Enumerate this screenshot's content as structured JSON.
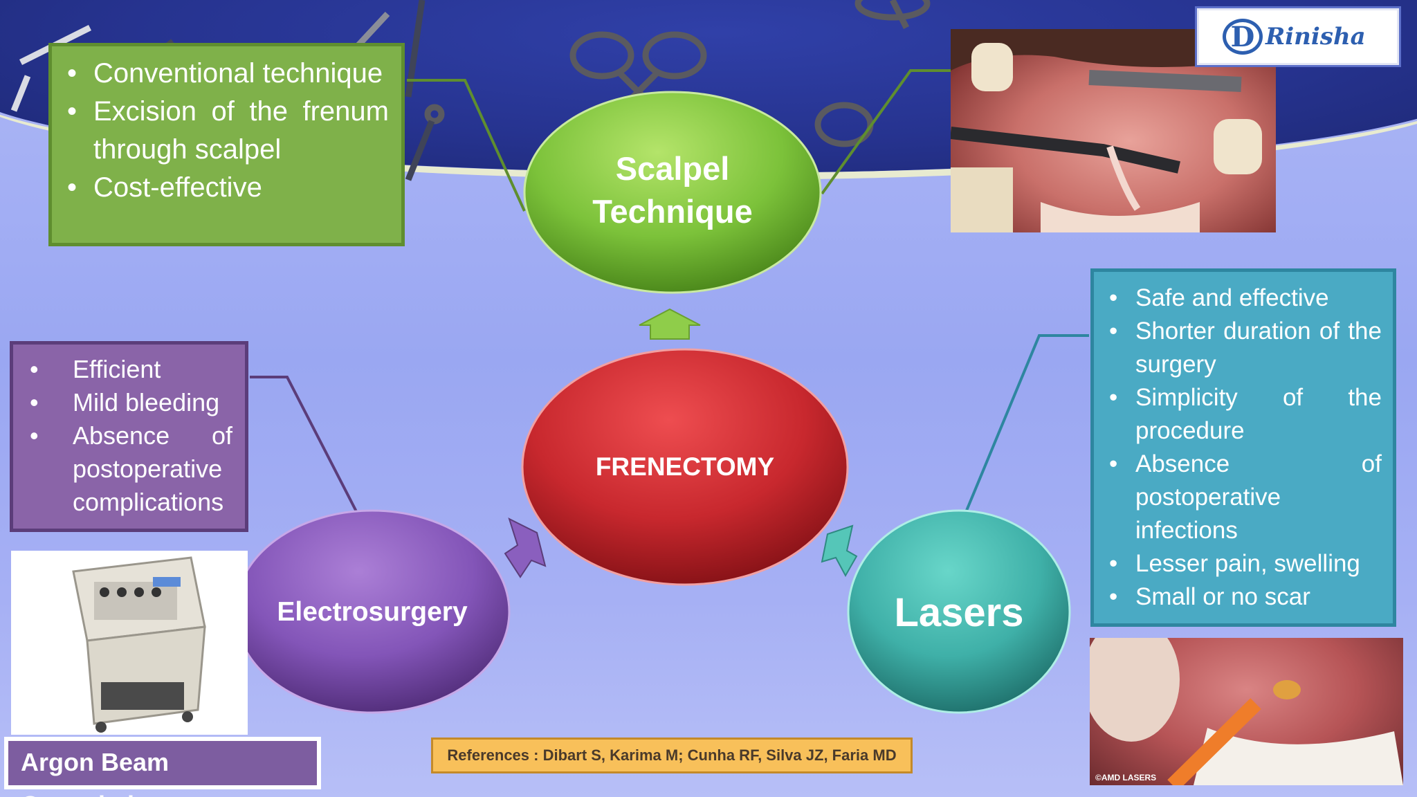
{
  "logo": {
    "letter": "D",
    "name": "Rinisha"
  },
  "center": {
    "label": "FRENECTOMY"
  },
  "scalpel": {
    "label_line1": "Scalpel",
    "label_line2": "Technique",
    "bullets": [
      "Conventional technique",
      "Excision of the frenum through scalpel",
      "Cost-effective"
    ]
  },
  "electrosurgery": {
    "label": "Electrosurgery",
    "bullets": [
      "Efficient",
      "Mild bleeding",
      "Absence of postoperative complications"
    ]
  },
  "lasers": {
    "label": "Lasers",
    "bullets": [
      "Safe and effective",
      "Shorter duration of the surgery",
      "Simplicity of the procedure",
      "Absence of postoperative infections",
      "Lesser pain, swelling",
      "Small or no scar"
    ]
  },
  "argon_label": "Argon Beam Coagulation",
  "references": "References : Dibart S, Karima M; Cunha RF, Silva JZ, Faria MD",
  "photo_credit": "©AMD LASERS",
  "colors": {
    "green": "#7fb14a",
    "purple": "#8a64a8",
    "teal": "#4aaac4",
    "red": "#c8282e",
    "refs": "#f8c05a"
  },
  "bullet_glyph": "•"
}
